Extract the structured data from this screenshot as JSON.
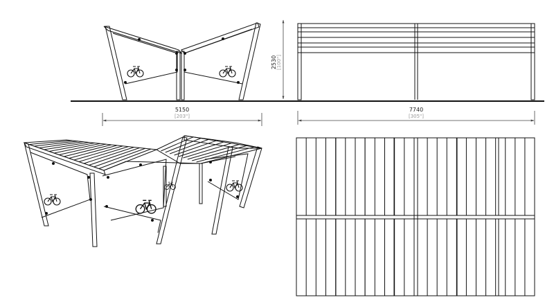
{
  "side_view": {
    "height_value": "2530",
    "height_sub": "[100\"]",
    "width_value": "5150",
    "width_sub": "[203\"]"
  },
  "front_view": {
    "width_value": "7740",
    "width_sub": "[305\"]"
  },
  "icons": {
    "bicycle": "bicycle-icon"
  }
}
